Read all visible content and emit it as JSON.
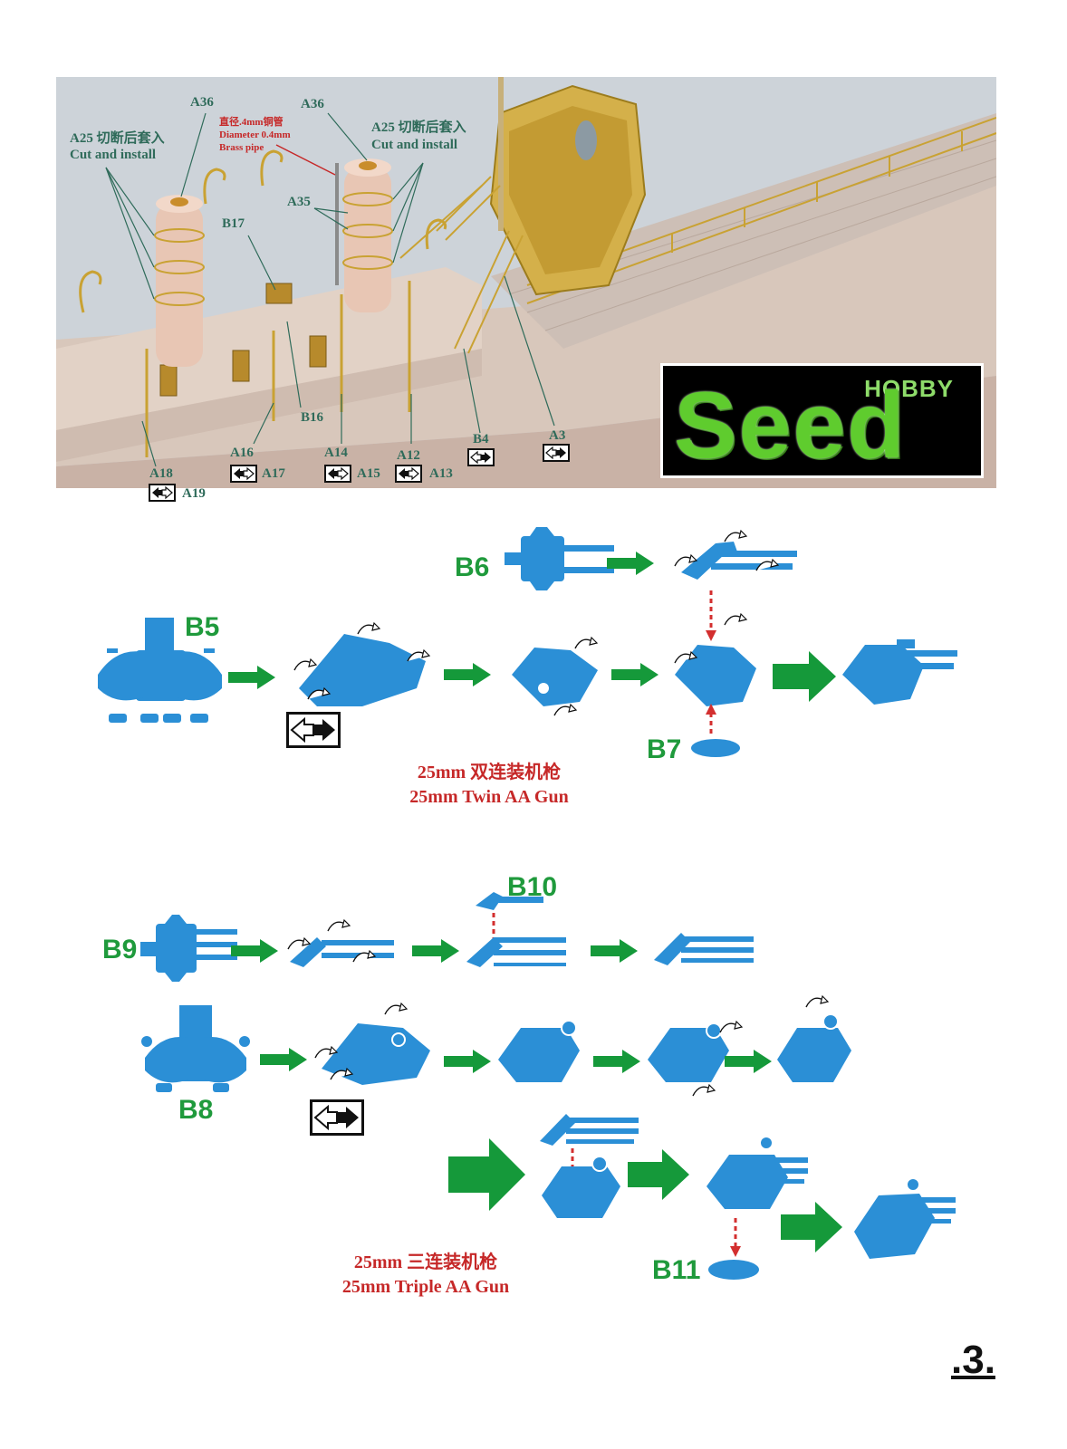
{
  "photo_labels": {
    "a36_left": "A36",
    "a36_right": "A36",
    "a25_left_cn": "A25 切断后套入",
    "a25_left_en": "Cut and install",
    "a25_right_cn": "A25 切断后套入",
    "a25_right_en": "Cut and install",
    "pipe_cn": "直径.4mm铜管",
    "pipe_en1": "Diameter 0.4mm",
    "pipe_en2": "Brass pipe",
    "a35": "A35",
    "b17": "B17",
    "b16": "B16",
    "a16": "A16",
    "a17": "A17",
    "a14": "A14",
    "a15": "A15",
    "a12": "A12",
    "a13": "A13",
    "b4": "B4",
    "a3": "A3",
    "a18": "A18",
    "a19": "A19"
  },
  "logo": {
    "hobby": "HOBBY",
    "brand": "Seed"
  },
  "twin": {
    "b5": "B5",
    "b6": "B6",
    "b7": "B7",
    "caption_cn": "25mm 双连装机枪",
    "caption_en": "25mm Twin AA Gun"
  },
  "triple": {
    "b8": "B8",
    "b9": "B9",
    "b10": "B10",
    "b11": "B11",
    "caption_cn": "25mm 三连装机枪",
    "caption_en": "25mm Triple AA Gun"
  },
  "page_number": ".3.",
  "colors": {
    "part_blue": "#2b8fd6",
    "arrow_green": "#15993a",
    "label_green": "#1f9a3c",
    "caption_red": "#c62828"
  }
}
